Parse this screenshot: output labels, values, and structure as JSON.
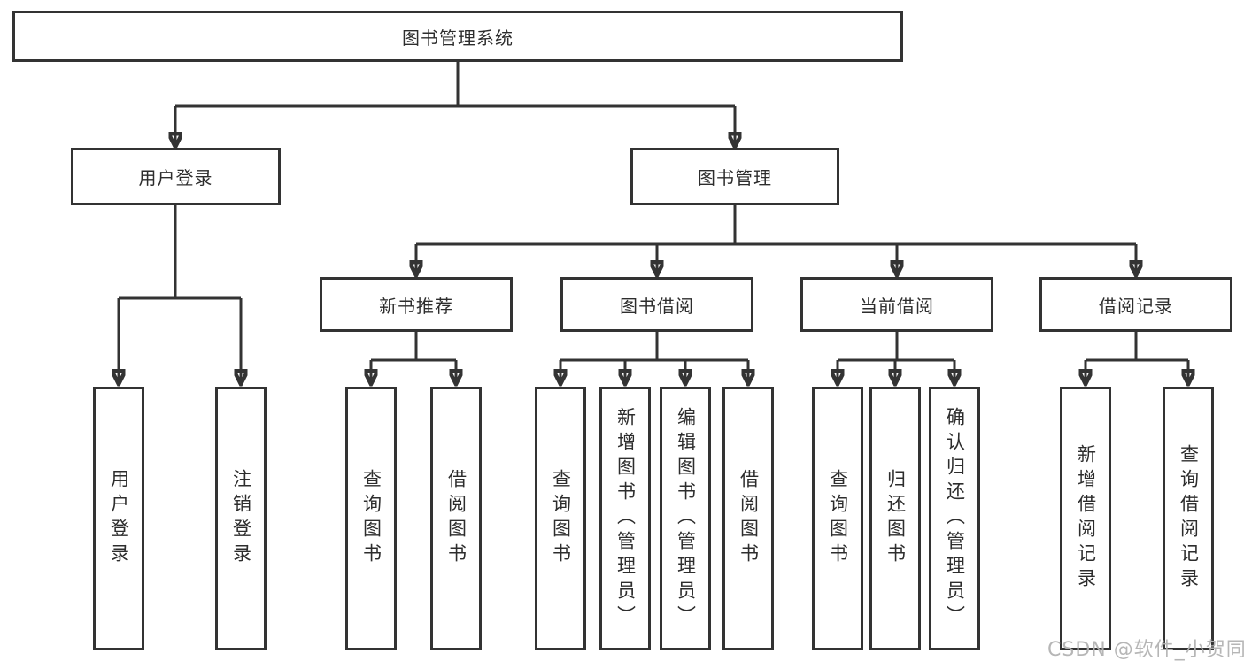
{
  "page": {
    "background_color": "#ffffff",
    "line_color": "#333333",
    "text_color": "#2d2d2d"
  },
  "tree": {
    "root": {
      "label": "图书管理系统"
    },
    "branches": [
      {
        "label": "用户登录",
        "leaves": [
          "用户登录",
          "注销登录"
        ]
      },
      {
        "label": "图书管理",
        "groups": [
          {
            "label": "新书推荐",
            "leaves": [
              "查询图书",
              "借阅图书"
            ]
          },
          {
            "label": "图书借阅",
            "leaves": [
              "查询图书",
              "新增图书（管理员）",
              "编辑图书（管理员）",
              "借阅图书"
            ]
          },
          {
            "label": "当前借阅",
            "leaves": [
              "查询图书",
              "归还图书",
              "确认归还（管理员）"
            ]
          },
          {
            "label": "借阅记录",
            "leaves": [
              "新增借阅记录",
              "查询借阅记录"
            ]
          }
        ]
      }
    ]
  },
  "watermark": {
    "text": "CSDN @软件_小贺同学",
    "color": "#b2b2b2"
  }
}
